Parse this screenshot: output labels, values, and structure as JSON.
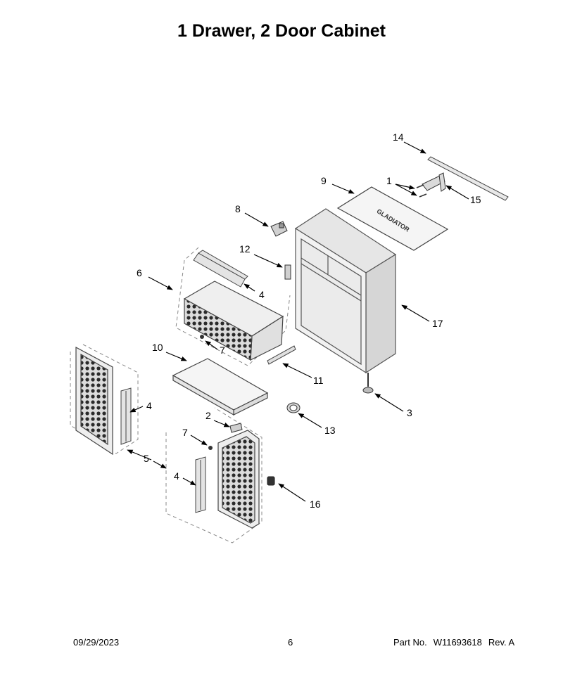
{
  "page": {
    "title": "1 Drawer, 2 Door Cabinet"
  },
  "diagram": {
    "brand_mark": "GLADIATOR",
    "callouts": {
      "c14": "14",
      "c1": "1",
      "c9": "9",
      "c15": "15",
      "c8": "8",
      "c12": "12",
      "c6": "6",
      "c4a": "4",
      "c17": "17",
      "c7a": "7",
      "c10": "10",
      "c11": "11",
      "c4b": "4",
      "c3": "3",
      "c2": "2",
      "c7b": "7",
      "c13": "13",
      "c5": "5",
      "c4c": "4",
      "c16": "16"
    }
  },
  "footer": {
    "date": "09/29/2023",
    "page_number": "6",
    "part_label": "Part No.",
    "part_number": "W11693618",
    "revision": "Rev. A"
  }
}
